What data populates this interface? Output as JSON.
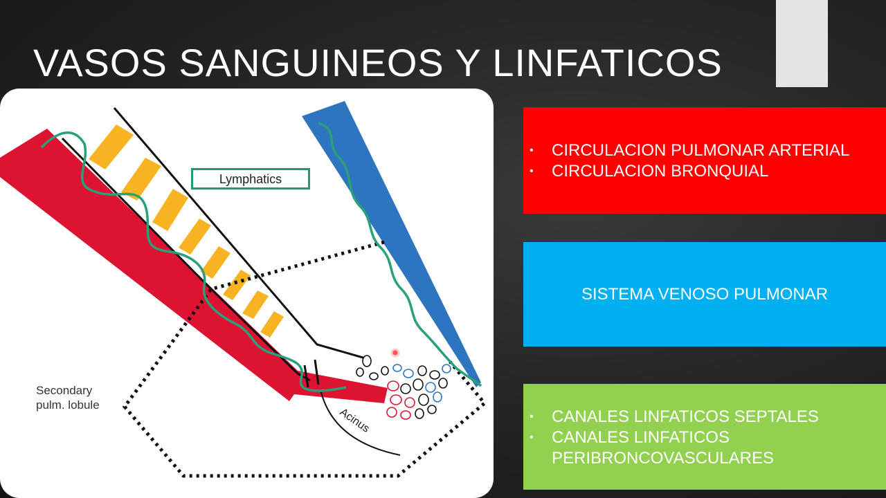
{
  "slide": {
    "title": "VASOS SANGUINEOS Y LINFATICOS"
  },
  "figure": {
    "lymphatics_label": "Lymphatics",
    "lobule_label_line1": "Secondary",
    "lobule_label_line2": "pulm. lobule",
    "acinus_label": "Acinus"
  },
  "boxes": {
    "red": {
      "color": "#fe0000",
      "items": [
        "CIRCULACION PULMONAR ARTERIAL",
        "CIRCULACION BRONQUIAL"
      ]
    },
    "blue": {
      "color": "#00b0f0",
      "text": "SISTEMA VENOSO PULMONAR"
    },
    "green": {
      "color": "#92d050",
      "items": [
        "CANALES LINFATICOS SEPTALES",
        "CANALES LINFATICOS PERIBRONCOVASCULARES"
      ]
    }
  },
  "colors": {
    "artery": "#dc1431",
    "vein": "#2e75c0",
    "lymph": "#2aa07a",
    "cartilage": "#f7b322"
  }
}
